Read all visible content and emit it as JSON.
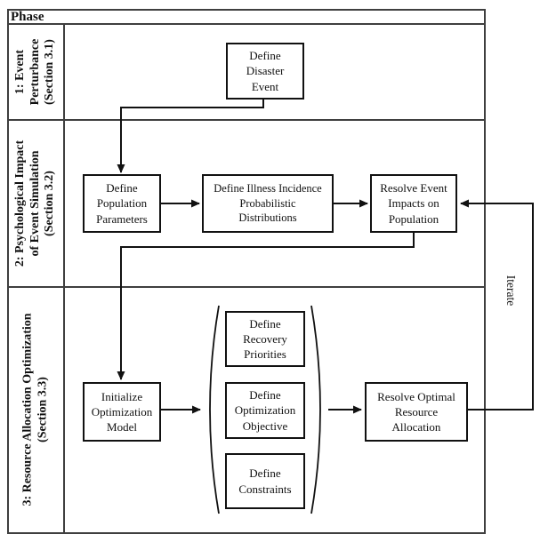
{
  "diagram": {
    "header": "Phase",
    "phases": [
      {
        "id": "1",
        "label": "1: Event\nPerturbance\n(Section 3.1)"
      },
      {
        "id": "2",
        "label": "2: Psychological Impact\nof Event Simulation\n(Section 3.2)"
      },
      {
        "id": "3",
        "label": "3: Resource Allocation Optimization\n(Section 3.3)"
      }
    ],
    "nodes": {
      "disaster": "Define\nDisaster\nEvent",
      "population": "Define\nPopulation\nParameters",
      "illness": "Define Illness Incidence\nProbabilistic\nDistributions",
      "impacts": "Resolve Event\nImpacts on\nPopulation",
      "initialize": "Initialize\nOptimization\nModel",
      "priorities": "Define\nRecovery\nPriorities",
      "objective": "Define\nOptimization\nObjective",
      "constraints": "Define\nConstraints",
      "allocation": "Resolve Optimal\nResource\nAllocation"
    },
    "iterate_label": "Iterate",
    "edges": [
      {
        "from": "disaster",
        "to": "population"
      },
      {
        "from": "population",
        "to": "illness"
      },
      {
        "from": "illness",
        "to": "impacts"
      },
      {
        "from": "impacts",
        "to": "initialize"
      },
      {
        "from": "initialize",
        "to": "objective-group"
      },
      {
        "from": "objective-group",
        "to": "allocation"
      },
      {
        "from": "allocation",
        "to": "impacts",
        "label": "Iterate"
      }
    ],
    "colors": {
      "line": "#111111",
      "frame": "#3f3f3f",
      "background": "#ffffff"
    }
  }
}
